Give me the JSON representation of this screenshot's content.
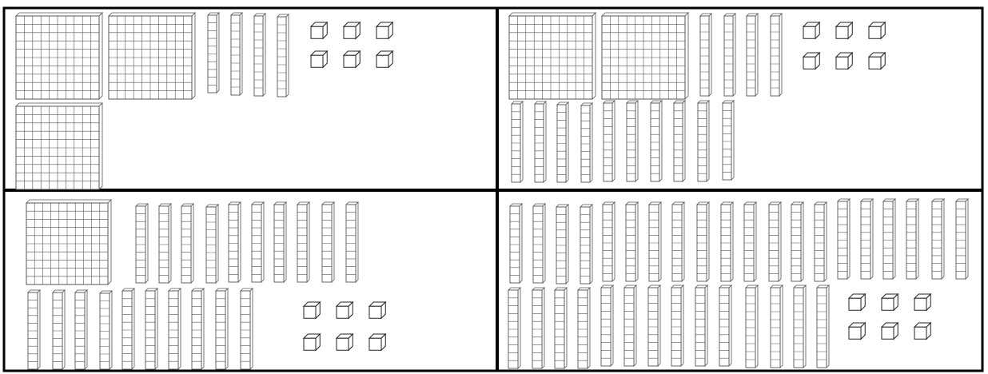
{
  "panels": [
    {
      "id": "panel-top-left",
      "hundreds": 3,
      "tens": 4,
      "ones": 6
    },
    {
      "id": "panel-top-right",
      "hundreds": 2,
      "tens": 14,
      "ones": 6
    },
    {
      "id": "panel-bottom-left",
      "hundreds": 1,
      "tens": 20,
      "ones": 6
    },
    {
      "id": "panel-bottom-right",
      "hundreds": 0,
      "tens": 34,
      "ones": 6
    }
  ],
  "colors": {
    "border": "#000000",
    "line": "#555555",
    "fill": "#ffffff"
  }
}
